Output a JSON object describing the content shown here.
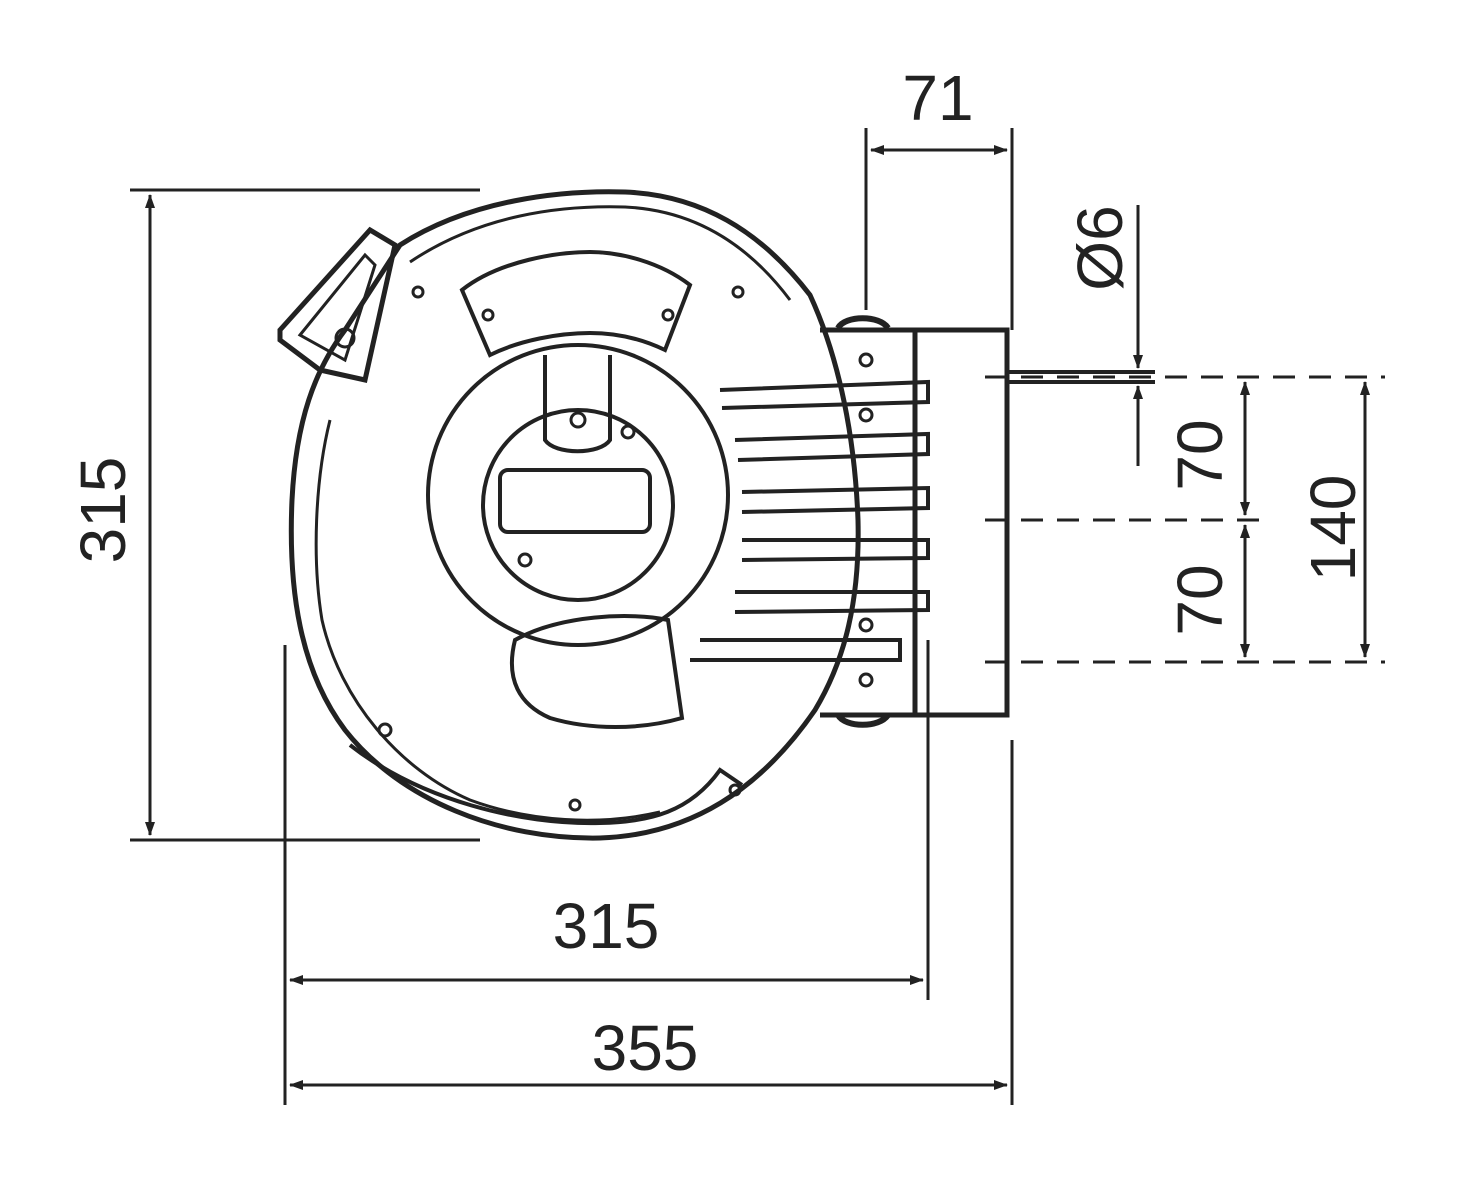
{
  "diagram": {
    "type": "technical-dimension-drawing",
    "subject": "wall-mounted reel",
    "colors": {
      "ink": "#222222",
      "background": "#ffffff"
    },
    "dimensions": {
      "height_overall": "315",
      "width_body": "315",
      "width_overall": "355",
      "bracket_depth": "71",
      "hole_diameter": "Ø6",
      "hole_spacing_upper": "70",
      "hole_spacing_lower": "70",
      "hole_spacing_total": "140"
    }
  }
}
